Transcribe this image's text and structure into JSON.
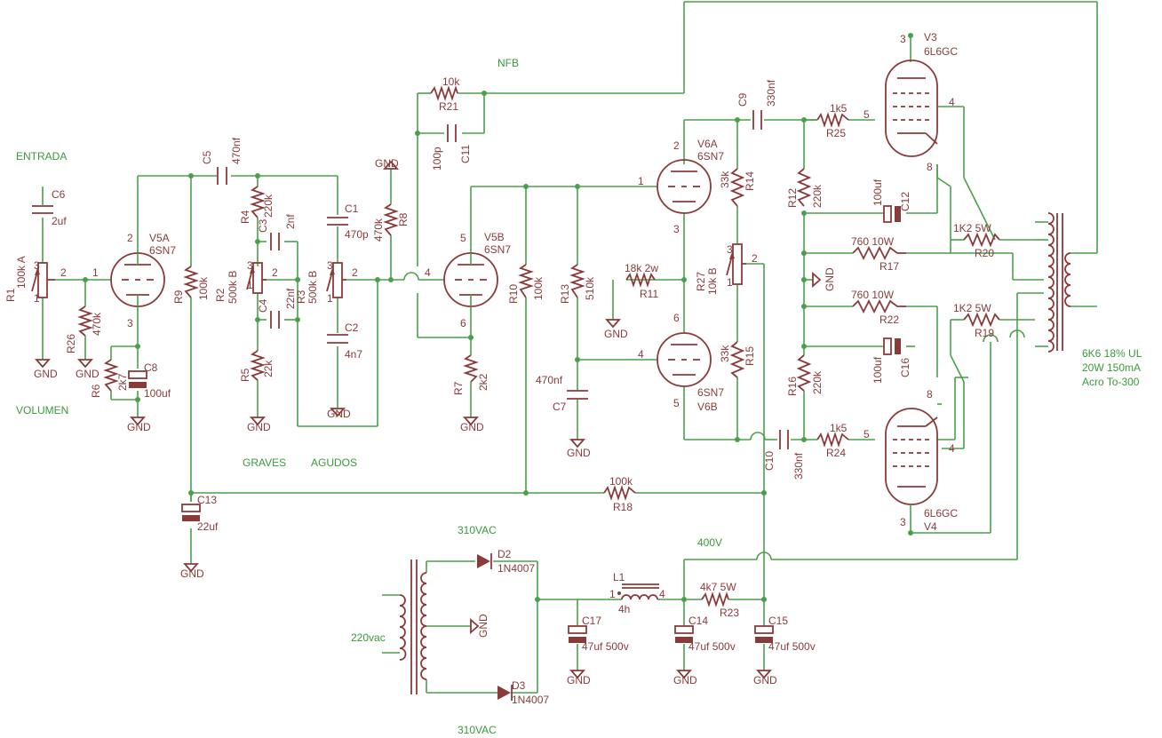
{
  "labels": {
    "entrada": "ENTRADA",
    "volumen": "VOLUMEN",
    "graves": "GRAVES",
    "agudos": "AGUDOS",
    "nfb": "NFB",
    "vac_top": "310VAC",
    "vac_bottom": "310VAC",
    "v400": "400V",
    "mains": "220vac",
    "note1": "6K6 18% UL",
    "note2": "20W 150mA",
    "note3": "Acro To-300"
  },
  "components": {
    "R1": {
      "name": "R1",
      "value": "100k A"
    },
    "R2": {
      "name": "R2",
      "value": "500k B"
    },
    "R3": {
      "name": "R3",
      "value": "500k B"
    },
    "R4": {
      "name": "R4",
      "value": "220k"
    },
    "R5": {
      "name": "R5",
      "value": "22k"
    },
    "R6": {
      "name": "R6",
      "value": "2k7"
    },
    "R7": {
      "name": "R7",
      "value": "2k2"
    },
    "R8": {
      "name": "R8",
      "value": "470k"
    },
    "R9": {
      "name": "R9",
      "value": "100k"
    },
    "R10": {
      "name": "R10",
      "value": "100k"
    },
    "R11": {
      "name": "R11",
      "value": "18k 2w"
    },
    "R12": {
      "name": "R12",
      "value": "220k"
    },
    "R13": {
      "name": "R13",
      "value": "510k"
    },
    "R14": {
      "name": "R14",
      "value": "33k"
    },
    "R15": {
      "name": "R15",
      "value": "33k"
    },
    "R16": {
      "name": "R16",
      "value": "220k"
    },
    "R17": {
      "name": "R17",
      "value": "760 10W"
    },
    "R18": {
      "name": "R18",
      "value": "100k"
    },
    "R19": {
      "name": "R19",
      "value": "1K2 5W"
    },
    "R20": {
      "name": "R20",
      "value": "1K2 5W"
    },
    "R21": {
      "name": "R21",
      "value": "10k"
    },
    "R22": {
      "name": "R22",
      "value": "760 10W"
    },
    "R23": {
      "name": "R23",
      "value": "4k7 5W"
    },
    "R24": {
      "name": "R24",
      "value": "1k5"
    },
    "R25": {
      "name": "R25",
      "value": "1k5"
    },
    "R26": {
      "name": "R26",
      "value": "470k"
    },
    "R27": {
      "name": "R27",
      "value": "10k B"
    },
    "C1": {
      "name": "C1",
      "value": "470p"
    },
    "C2": {
      "name": "C2",
      "value": "4n7"
    },
    "C3": {
      "name": "C3",
      "value": "2nf"
    },
    "C4": {
      "name": "C4",
      "value": "22nf"
    },
    "C5": {
      "name": "C5",
      "value": "470nf"
    },
    "C6": {
      "name": "C6",
      "value": "2uf"
    },
    "C7": {
      "name": "C7",
      "value": "470nf"
    },
    "C8": {
      "name": "C8",
      "value": "100uf"
    },
    "C9": {
      "name": "C9",
      "value": "330nf"
    },
    "C10": {
      "name": "C10",
      "value": "330nf"
    },
    "C11": {
      "name": "C11",
      "value": "100p"
    },
    "C12": {
      "name": "C12",
      "value": "100uf"
    },
    "C13": {
      "name": "C13",
      "value": "22uf"
    },
    "C14": {
      "name": "C14",
      "value": "47uf 500v"
    },
    "C15": {
      "name": "C15",
      "value": "47uf 500v"
    },
    "C16": {
      "name": "C16",
      "value": "100uf"
    },
    "C17": {
      "name": "C17",
      "value": "47uf 500v"
    },
    "L1": {
      "name": "L1",
      "value": "4h"
    },
    "D2": {
      "name": "D2",
      "value": "1N4007"
    },
    "D3": {
      "name": "D3",
      "value": "1N4007"
    },
    "V3": {
      "name": "V3",
      "value": "6L6GC"
    },
    "V4": {
      "name": "V4",
      "value": "6L6GC"
    },
    "V5A": {
      "name": "V5A",
      "value": "6SN7"
    },
    "V5B": {
      "name": "V5B",
      "value": "6SN7"
    },
    "V6A": {
      "name": "V6A",
      "value": "6SN7"
    },
    "V6B": {
      "name": "V6B",
      "value": "V6B"
    },
    "V6B_type": {
      "name": "6SN7",
      "value": ""
    }
  },
  "gnd": "GND",
  "pins": {
    "p1": "1",
    "p2": "2",
    "p3": "3",
    "p4": "4",
    "p5": "5",
    "p6": "6",
    "p8": "8"
  }
}
